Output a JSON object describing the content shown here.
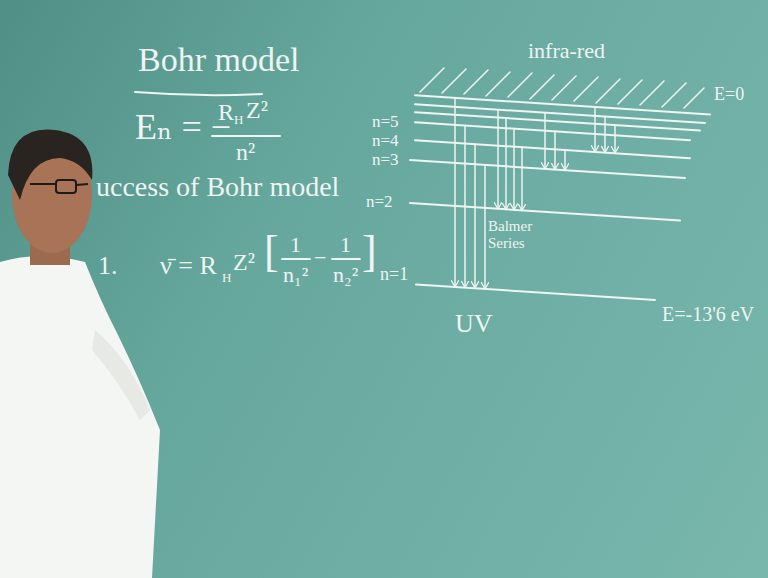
{
  "diagram": {
    "title": "Bohr model",
    "labels": [
      "Eₙ = −",
      "R",
      "H",
      "Z²",
      "n²",
      "uccess of Bohr model",
      "1.",
      "ν̄ = R",
      "H",
      "Z²",
      "[",
      "1",
      "n₁²",
      "−",
      "1",
      "n₂²",
      "]",
      "n=1",
      "n=5",
      "n=4",
      "n=3",
      "n=2",
      "infra-red",
      "E=0",
      "Balmer Series",
      "UV",
      "E=-13'6 eV"
    ]
  }
}
